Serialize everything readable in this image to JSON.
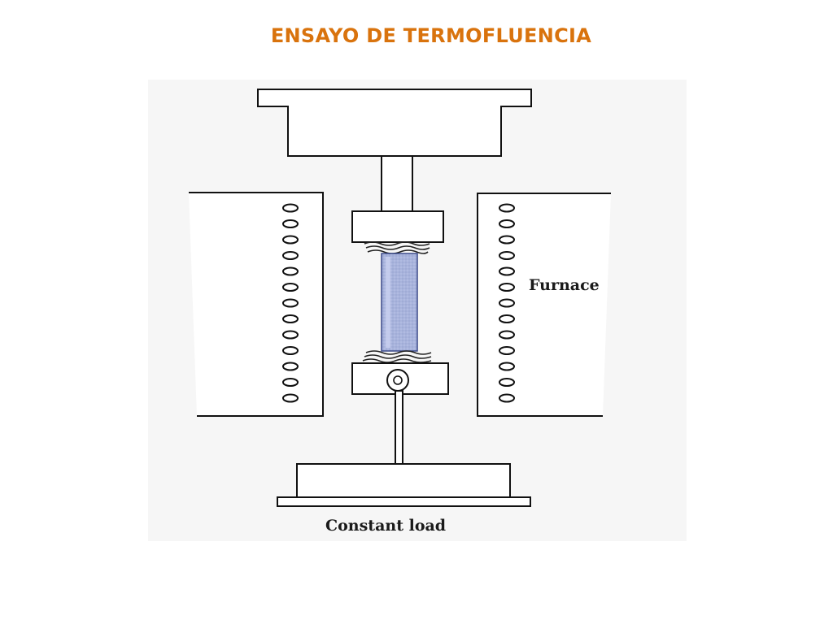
{
  "slide": {
    "title": "ENSAYO DE TERMOFLUENCIA",
    "title_color": "#d9730d"
  },
  "diagram": {
    "labels": {
      "furnace": "Furnace",
      "load": "Constant load"
    },
    "specimen_color": "#a8b3dc",
    "background_color": "#f6f6f6",
    "heating_coils_per_side": 13
  }
}
